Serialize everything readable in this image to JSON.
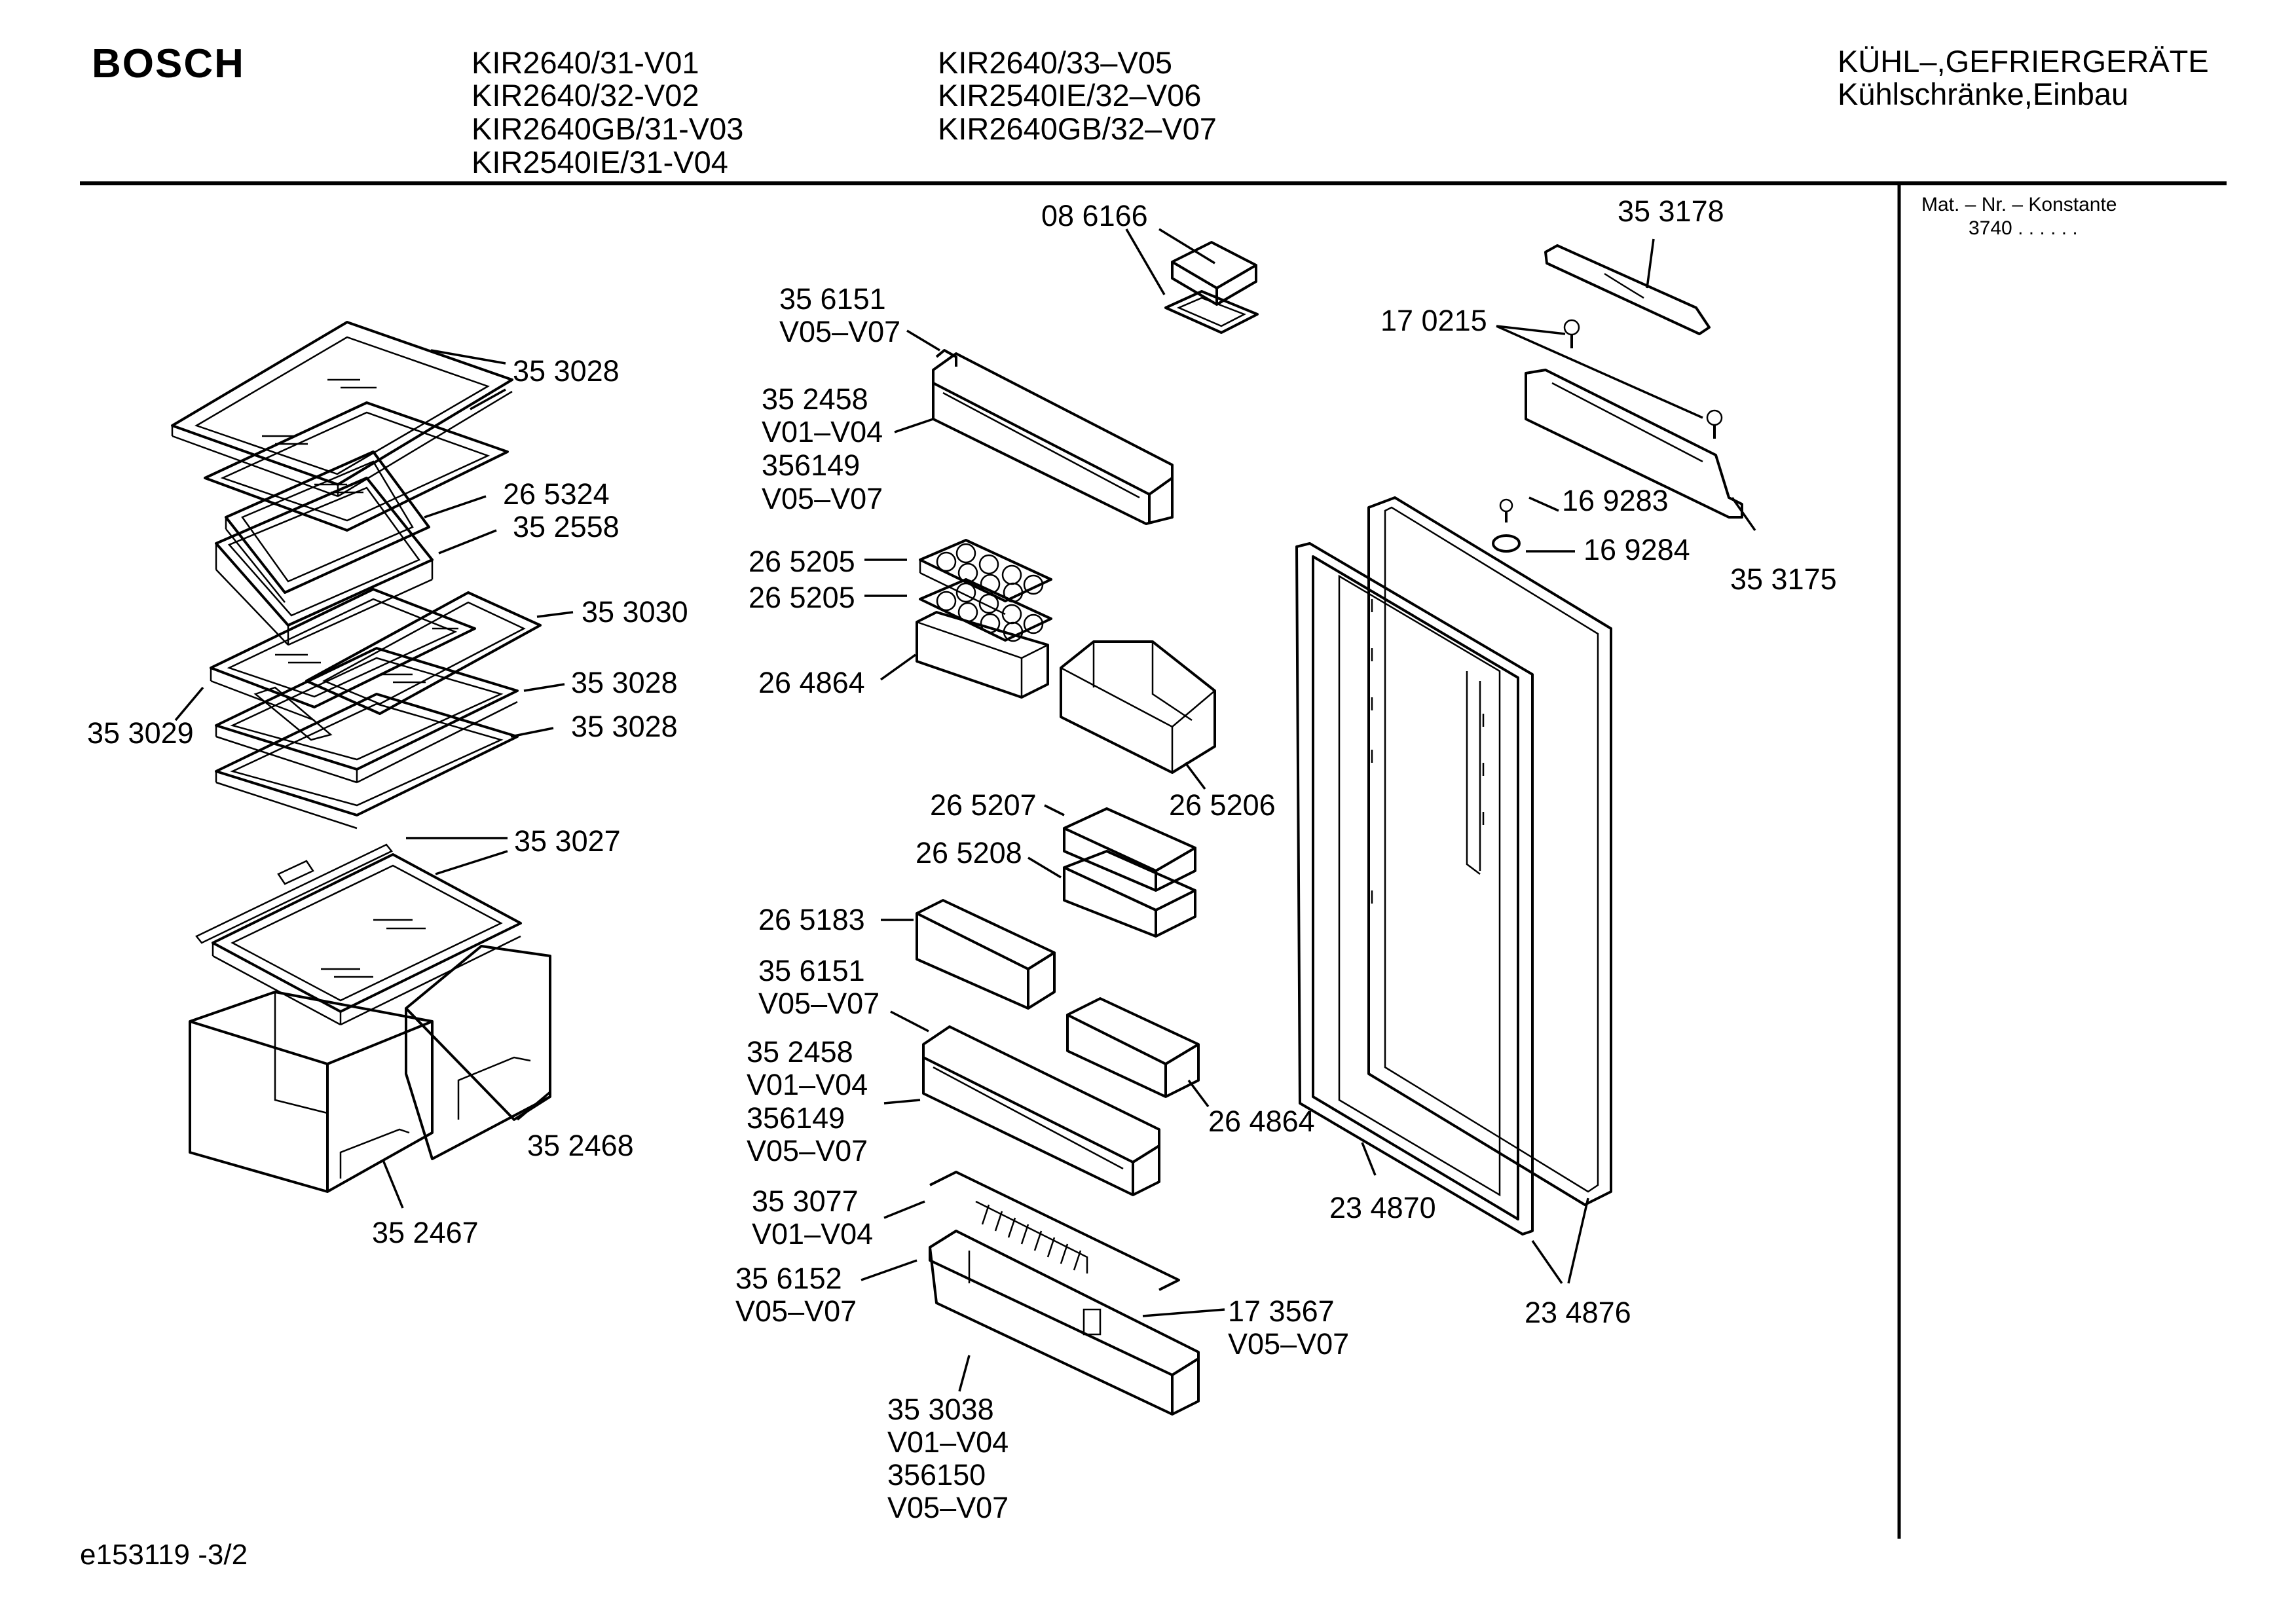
{
  "header": {
    "brand": "BOSCH",
    "models_col1": [
      "KIR2640/31-V01",
      "KIR2640/32-V02",
      "KIR2640GB/31-V03",
      "KIR2540IE/31-V04"
    ],
    "models_col2": [
      "KIR2640/33–V05",
      "KIR2540IE/32–V06",
      "KIR2640GB/32–V07"
    ],
    "category": "KÜHL–,GEFRIERGERÄTE",
    "subcategory": "Kühlschränke,Einbau"
  },
  "sidebar": {
    "label": "Mat. – Nr. – Konstante",
    "value": "3740  .  .     .  .  .  ."
  },
  "footer": {
    "doc_id": "e153119 -3/2"
  },
  "parts": {
    "p_353028_a": "35 3028",
    "p_265324": "26 5324",
    "p_352558": "35 2558",
    "p_353030": "35 3030",
    "p_353029": "35 3029",
    "p_353028_b": "35 3028",
    "p_353028_c": "35 3028",
    "p_353027": "35 3027",
    "p_352468": "35 2468",
    "p_352467": "35 2467",
    "p_086166": "08 6166",
    "p_356151_a": "35 6151",
    "p_356151_a_v": "V05–V07",
    "p_352458_a": "35 2458",
    "p_352458_a_v1": "V01–V04",
    "p_352458_a_alt": "356149",
    "p_352458_a_v2": "V05–V07",
    "p_265205_a": "26 5205",
    "p_265205_b": "26 5205",
    "p_264864_a": "26 4864",
    "p_265206": "26 5206",
    "p_265207": "26 5207",
    "p_265208": "26 5208",
    "p_265183": "26 5183",
    "p_356151_b": "35 6151",
    "p_356151_b_v": "V05–V07",
    "p_352458_b": "35 2458",
    "p_352458_b_v1": "V01–V04",
    "p_352458_b_alt": "356149",
    "p_352458_b_v2": "V05–V07",
    "p_264864_b": "26 4864",
    "p_353077": "35 3077",
    "p_353077_v": "V01–V04",
    "p_356152": "35 6152",
    "p_356152_v": "V05–V07",
    "p_173567": "17 3567",
    "p_173567_v": "V05–V07",
    "p_353038": "35 3038",
    "p_353038_v1": "V01–V04",
    "p_353038_alt": "356150",
    "p_353038_v2": "V05–V07",
    "p_353178": "35 3178",
    "p_170215": "17 0215",
    "p_169283": "16 9283",
    "p_169284": "16 9284",
    "p_353175": "35 3175",
    "p_234870": "23 4870",
    "p_234876": "23 4876"
  }
}
